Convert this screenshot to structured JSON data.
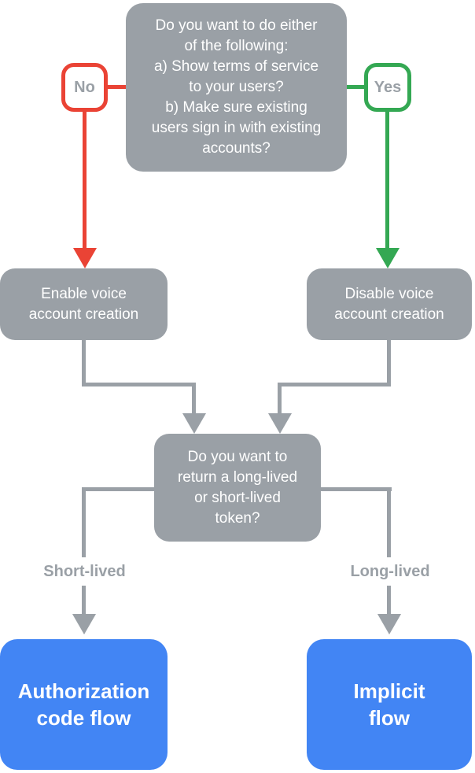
{
  "colors": {
    "gray": "#9AA0A6",
    "red": "#EA4335",
    "green": "#34A853",
    "blue": "#4285F4",
    "white": "#FFFFFF"
  },
  "flowchart": {
    "root_question": "Do you want to do either\nof the following:\na) Show terms of service\nto your users?\nb) Make sure existing\nusers sign in with existing\naccounts?",
    "no_label": "No",
    "yes_label": "Yes",
    "enable_node": "Enable voice\naccount creation",
    "disable_node": "Disable voice\naccount creation",
    "token_question": "Do you want to\nreturn a long-lived\nor short-lived\ntoken?",
    "short_lived_label": "Short-lived",
    "long_lived_label": "Long-lived",
    "auth_code_node": "Authorization\ncode flow",
    "implicit_node": "Implicit\nflow"
  }
}
